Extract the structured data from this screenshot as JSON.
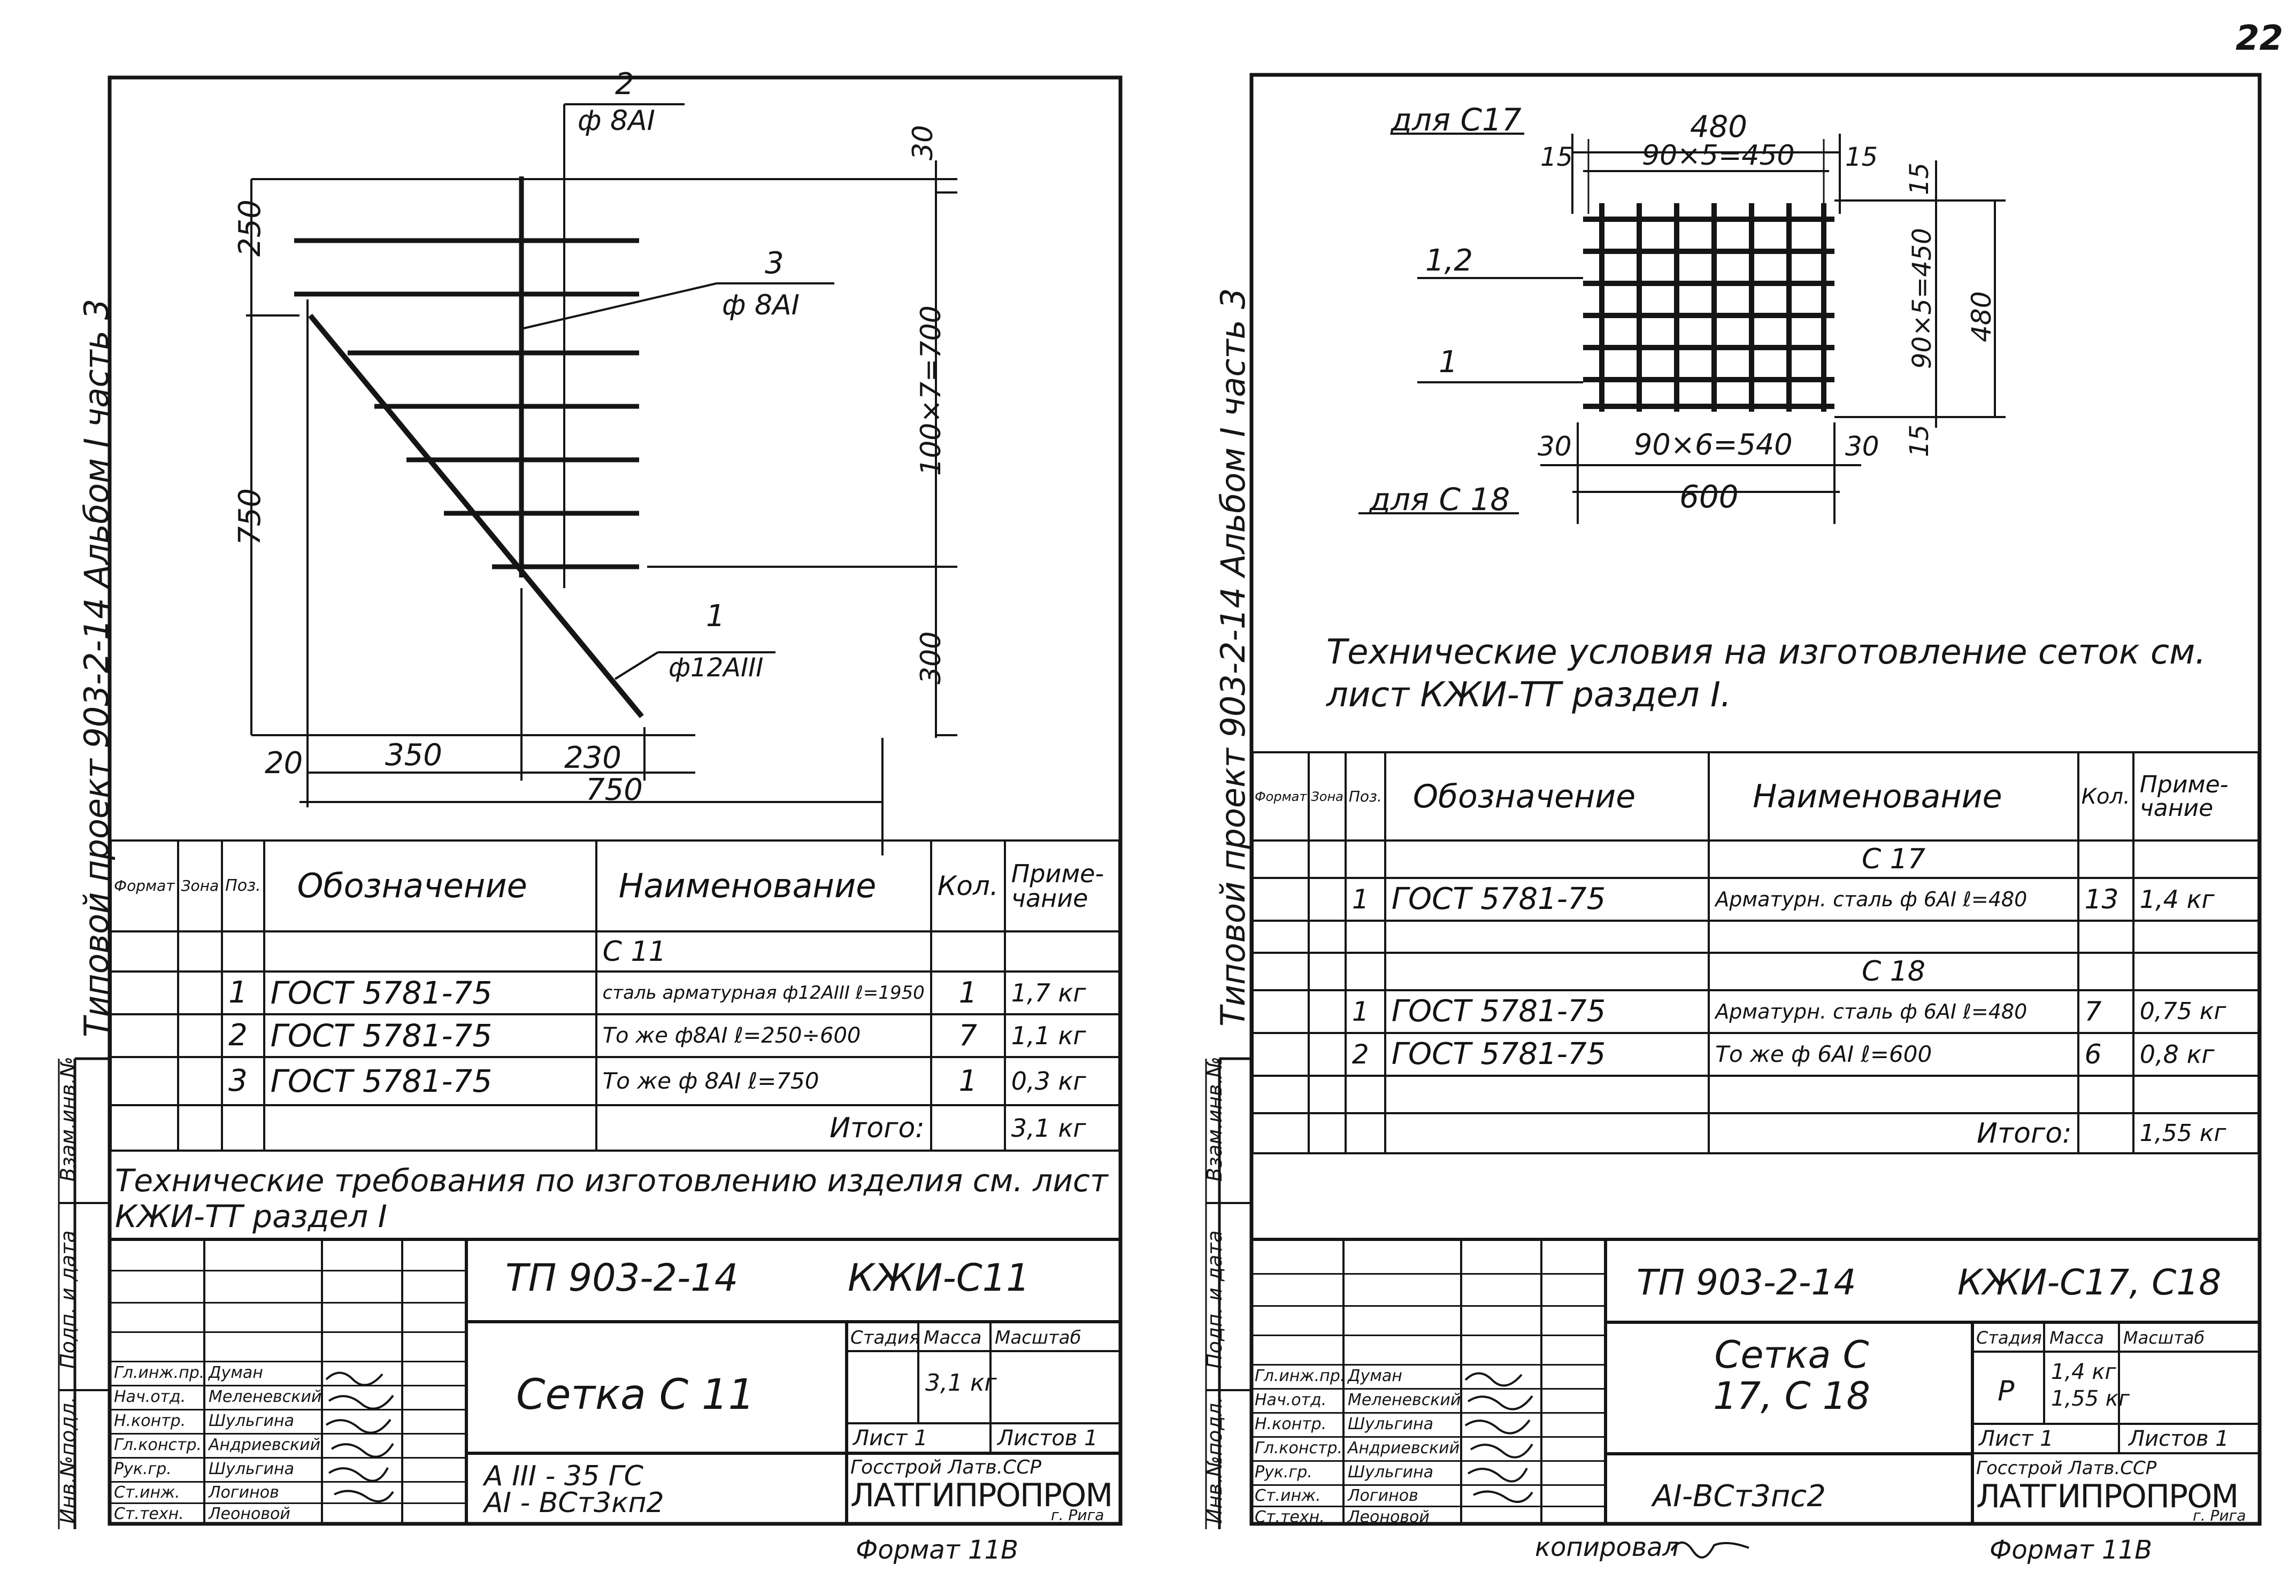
{
  "page_number": "22",
  "left_sheet": {
    "margin_vertical": "Типовой проект 903-2-14   Альбом I  часть 3",
    "stamp_side_labels": [
      "Инв.№подл.",
      "Подп. и дата",
      "Взам.инв.№"
    ],
    "drawing": {
      "pos2_num": "2",
      "pos2_spec": "ф 8АI",
      "pos3_num": "3",
      "pos3_spec": "ф 8АI",
      "pos1_num": "1",
      "pos1_spec": "ф12АIII",
      "dim_30": "30",
      "dim_250": "250",
      "dim_750_left": "750",
      "dim_100x7": "100×7=700",
      "dim_300": "300",
      "dim_20": "20",
      "dim_350": "350",
      "dim_230": "230",
      "dim_750_bottom": "750"
    },
    "spec": {
      "headers": {
        "format": "Формат",
        "zone": "Зона",
        "pos": "Поз.",
        "designation": "Обозначение",
        "name": "Наименование",
        "qty": "Кол.",
        "note": "Приме-чание"
      },
      "group_title": "С 11",
      "rows": [
        {
          "pos": "1",
          "designation": "ГОСТ 5781-75",
          "name": "сталь арматурная ф12АIII ℓ=1950",
          "qty": "1",
          "note": "1,7 кг"
        },
        {
          "pos": "2",
          "designation": "ГОСТ 5781-75",
          "name": "То же ф8АI ℓ=250÷600",
          "qty": "7",
          "note": "1,1 кг"
        },
        {
          "pos": "3",
          "designation": "ГОСТ 5781-75",
          "name": "То же ф 8АI ℓ=750",
          "qty": "1",
          "note": "0,3 кг"
        }
      ],
      "total_label": "Итого:",
      "total_value": "3,1 кг"
    },
    "requirements": "Технические требования по изготовлению изделия см. лист КЖИ-ТТ раздел I",
    "title_block": {
      "project": "ТП 903-2-14",
      "doc_code": "КЖИ-С11",
      "roles": [
        "Гл.инж.пр.",
        "Нач.отд.",
        "Н.контр.",
        "Гл.констр.",
        "Рук.гр.",
        "Ст.инж.",
        "Ст.техн."
      ],
      "names": [
        "Думан",
        "Меленевский",
        "Шульгина",
        "Андриевский",
        "Шульгина",
        "Логинов",
        "Леоновой"
      ],
      "title": "Сетка С 11",
      "stage_label": "Стадия",
      "mass_label": "Масса",
      "scale_label": "Масштаб",
      "mass_value": "3,1 кг",
      "sheet_label": "Лист 1",
      "sheets_label": "Листов 1",
      "material_1": "А III - 35 ГС",
      "material_2": "АI - ВСт3кп2",
      "org_1": "Госстрой Латв.ССР",
      "org_2": "ЛАТГИПРОПРОМ",
      "org_3": "г. Рига"
    },
    "format_label": "Формат 11В"
  },
  "right_sheet": {
    "margin_vertical": "Типовой проект 903-2-14   Альбом I  часть 3",
    "stamp_side_labels": [
      "Инв.№подл.",
      "Подп. и дата",
      "Взам.инв.№"
    ],
    "drawing": {
      "for_c17": "для С17",
      "for_c18": "для С 18",
      "dim_480_top": "480",
      "dim_15_l": "15",
      "dim_90x5": "90×5=450",
      "dim_15_r": "15",
      "dim_15_top": "15",
      "dim_90x5_v": "90×5=450",
      "dim_480_v": "480",
      "dim_15_bot": "15",
      "pos_12": "1,2",
      "pos_1": "1",
      "dim_30_l": "30",
      "dim_90x6": "90×6=540",
      "dim_30_r": "30",
      "dim_600": "600"
    },
    "conditions": "Технические условия на изготовление сеток см. лист КЖИ-ТТ раздел I.",
    "spec": {
      "headers": {
        "format": "Формат",
        "zone": "Зона",
        "pos": "Поз.",
        "designation": "Обозначение",
        "name": "Наименование",
        "qty": "Кол.",
        "note": "Приме-чание"
      },
      "group1": "С 17",
      "group1_rows": [
        {
          "pos": "1",
          "designation": "ГОСТ 5781-75",
          "name": "Арматурн. сталь ф 6АI ℓ=480",
          "qty": "13",
          "note": "1,4 кг"
        }
      ],
      "group2": "С 18",
      "group2_rows": [
        {
          "pos": "1",
          "designation": "ГОСТ 5781-75",
          "name": "Арматурн. сталь ф 6АI ℓ=480",
          "qty": "7",
          "note": "0,75 кг"
        },
        {
          "pos": "2",
          "designation": "ГОСТ 5781-75",
          "name": "То же ф 6АI ℓ=600",
          "qty": "6",
          "note": "0,8 кг"
        }
      ],
      "total_label": "Итого:",
      "total_value": "1,55 кг"
    },
    "title_block": {
      "project": "ТП 903-2-14",
      "doc_code": "КЖИ-С17, С18",
      "roles": [
        "Гл.инж.пр.",
        "Нач.отд.",
        "Н.контр.",
        "Гл.констр.",
        "Рук.гр.",
        "Ст.инж.",
        "Ст.техн."
      ],
      "names": [
        "Думан",
        "Меленевский",
        "Шульгина",
        "Андриевский",
        "Шульгина",
        "Логинов",
        "Леоновой"
      ],
      "title": "Сетка С 17, С 18",
      "stage_label": "Стадия",
      "mass_label": "Масса",
      "scale_label": "Масштаб",
      "stage_value": "Р",
      "mass_value_1": "1,4 кг",
      "mass_value_2": "1,55 кг",
      "sheet_label": "Лист 1",
      "sheets_label": "Листов 1",
      "material": "АI-ВСт3пс2",
      "org_1": "Госстрой Латв.ССР",
      "org_2": "ЛАТГИПРОПРОМ",
      "org_3": "г. Рига"
    },
    "copied_label": "копировал",
    "format_label": "Формат 11В"
  },
  "colors": {
    "ink": "#151515",
    "paper": "#ffffff"
  }
}
